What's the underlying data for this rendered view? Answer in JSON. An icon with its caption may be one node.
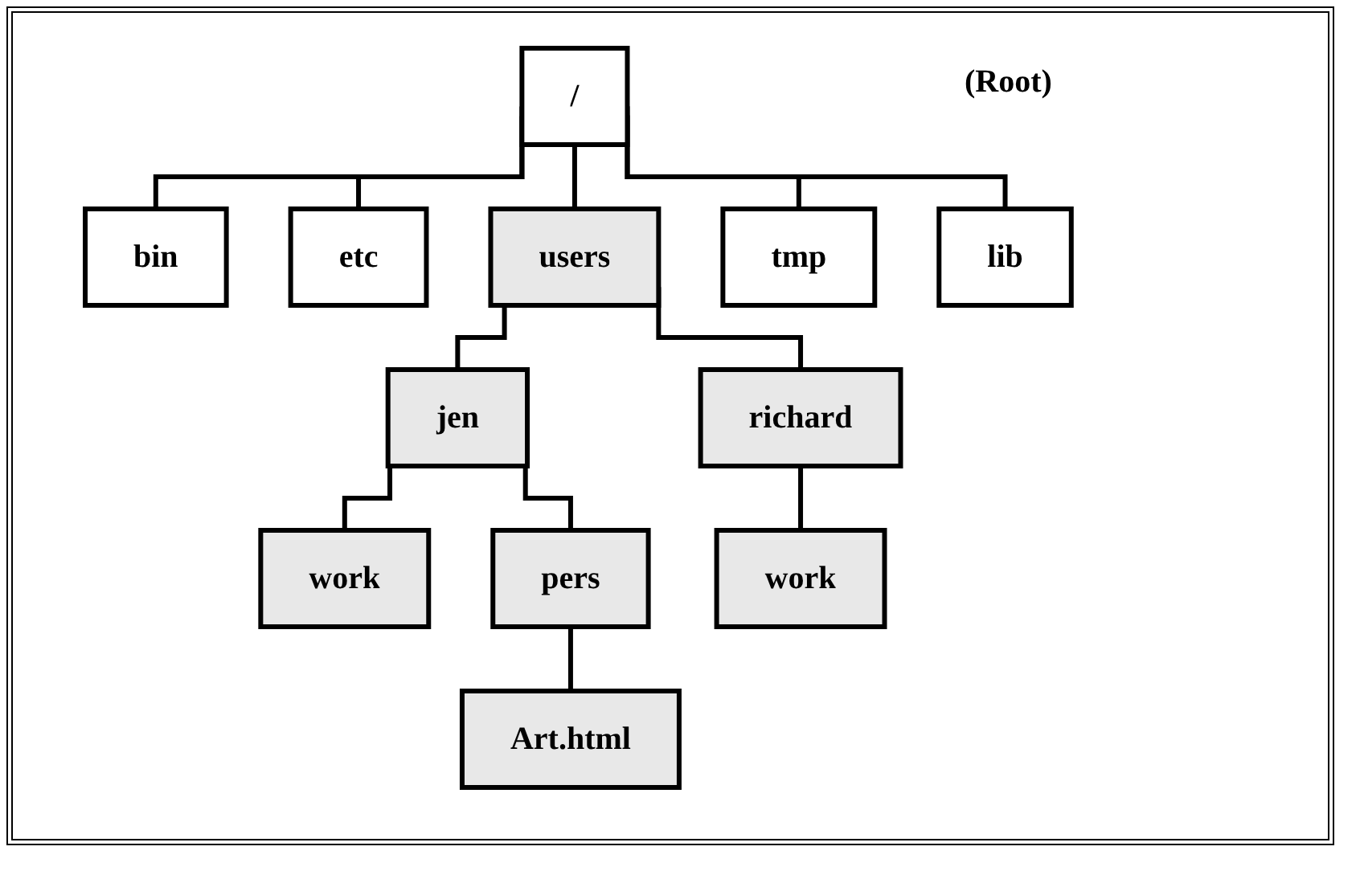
{
  "diagram": {
    "nodes": [
      {
        "text": [
          "/"
        ]
      },
      {
        "text": [
          "bin"
        ]
      },
      {
        "text": [
          "etc"
        ]
      },
      {
        "text": [
          "users"
        ]
      },
      {
        "text": [
          "tmp"
        ]
      },
      {
        "text": [
          "lib"
        ]
      },
      {
        "text": [
          "jen"
        ]
      },
      {
        "text": [
          "richard"
        ]
      },
      {
        "text": [
          "work"
        ]
      },
      {
        "text": [
          "pers"
        ]
      },
      {
        "text": [
          "work"
        ]
      },
      {
        "text": [
          "Art.html"
        ]
      }
    ],
    "edges": [
      {
        "from": 0,
        "to": 1,
        "arrow": "none"
      },
      {
        "from": 0,
        "to": 2,
        "arrow": "none"
      },
      {
        "from": 0,
        "to": 3,
        "arrow": "none"
      },
      {
        "from": 0,
        "to": 4,
        "arrow": "none"
      },
      {
        "from": 0,
        "to": 5,
        "arrow": "none"
      },
      {
        "from": 3,
        "to": 6,
        "arrow": "none"
      },
      {
        "from": 3,
        "to": 7,
        "arrow": "none"
      },
      {
        "from": 6,
        "to": 8,
        "arrow": "none"
      },
      {
        "from": 6,
        "to": 9,
        "arrow": "none"
      },
      {
        "from": 7,
        "to": 10,
        "arrow": "none"
      },
      {
        "from": 9,
        "to": 11,
        "arrow": "none"
      }
    ],
    "labels": [
      "(Root)"
    ]
  }
}
